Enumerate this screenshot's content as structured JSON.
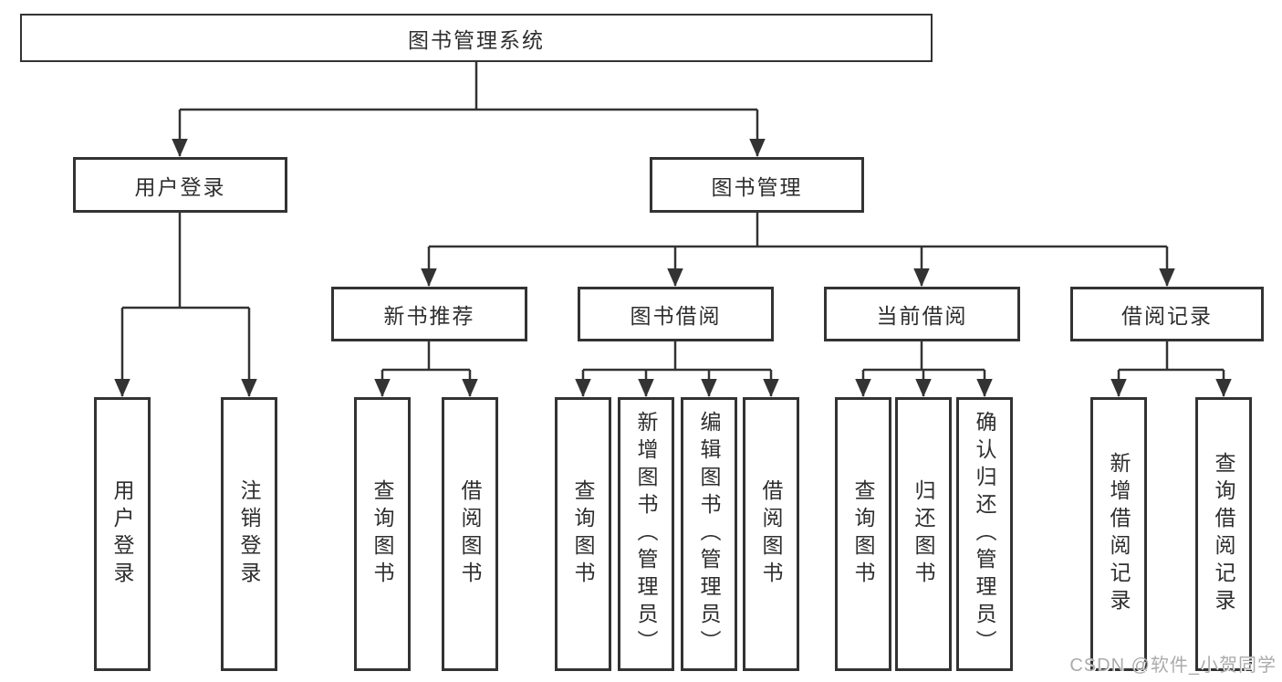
{
  "tree": {
    "label": "图书管理系统",
    "children": [
      {
        "label": "用户登录",
        "children": [
          {
            "label": "用户登录"
          },
          {
            "label": "注销登录"
          }
        ]
      },
      {
        "label": "图书管理",
        "children": [
          {
            "label": "新书推荐",
            "children": [
              {
                "label": "查询图书"
              },
              {
                "label": "借阅图书"
              }
            ]
          },
          {
            "label": "图书借阅",
            "children": [
              {
                "label": "查询图书"
              },
              {
                "label": "新增图书（管理员）"
              },
              {
                "label": "编辑图书（管理员）"
              },
              {
                "label": "借阅图书"
              }
            ]
          },
          {
            "label": "当前借阅",
            "children": [
              {
                "label": "查询图书"
              },
              {
                "label": "归还图书"
              },
              {
                "label": "确认归还（管理员）"
              }
            ]
          },
          {
            "label": "借阅记录",
            "children": [
              {
                "label": "新增借阅记录"
              },
              {
                "label": "查询借阅记录"
              }
            ]
          }
        ]
      }
    ]
  },
  "watermark": "CSDN @软件_小贺同学",
  "colors": {
    "line": "#333333",
    "box_border": "#333333",
    "text": "#2e2e2e",
    "watermark": "#ababab"
  }
}
